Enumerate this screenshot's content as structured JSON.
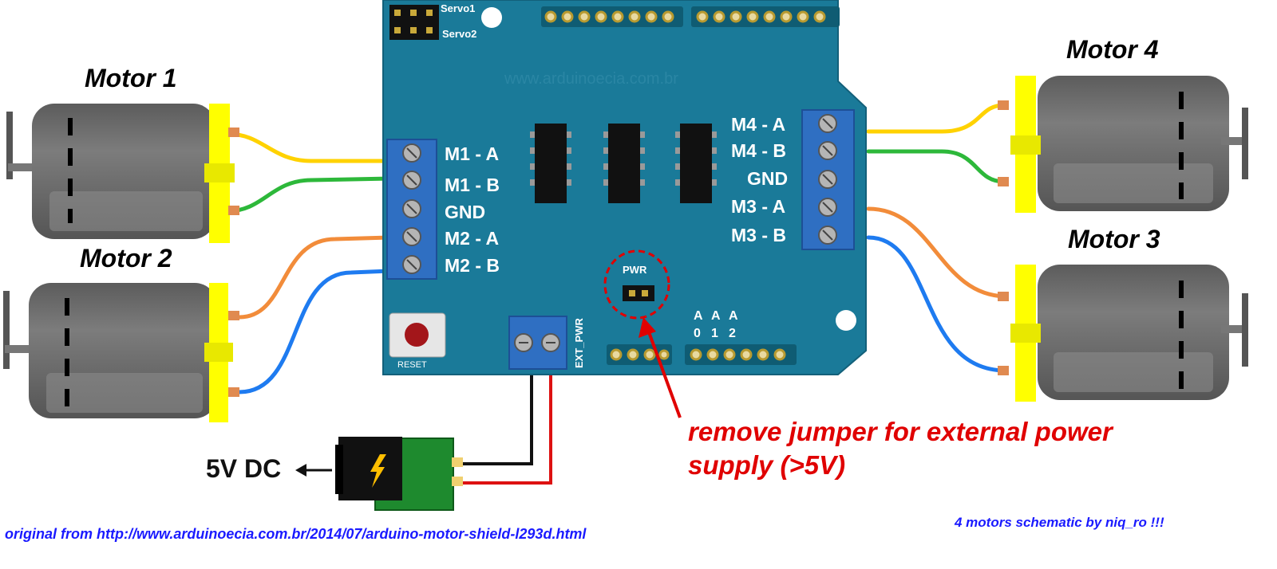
{
  "motors": {
    "motor1": "Motor 1",
    "motor2": "Motor 2",
    "motor3": "Motor 3",
    "motor4": "Motor 4"
  },
  "shield": {
    "watermark": "www.arduinoecia.com.br",
    "servo1": "Servo1",
    "servo2": "Servo2",
    "left_terminals": [
      "M1 - A",
      "M1 - B",
      "GND",
      "M2 - A",
      "M2 - B"
    ],
    "right_terminals": [
      "M4 - A",
      "M4 - B",
      "GND",
      "M3 - A",
      "M3 - B"
    ],
    "pwr": "PWR",
    "reset": "RESET",
    "ext_pwr": "EXT_PWR",
    "analog": [
      "A",
      "0",
      "A",
      "1",
      "A",
      "2"
    ]
  },
  "power": {
    "dc_label": "5V DC",
    "arrow": "←"
  },
  "annotation": {
    "line1": "remove jumper for external power",
    "line2": "supply (>5V)"
  },
  "credits": {
    "source": "original from http://www.arduinoecia.com.br/2014/07/arduino-motor-shield-l293d.html",
    "author": "4 motors schematic by niq_ro !!!"
  },
  "colors": {
    "board": "#1a7a99",
    "terminal": "#2f6fc2",
    "motor_body": "#6b6b6b",
    "motor_cap": "#ffff00",
    "wire_yellow": "#ffd200",
    "wire_green": "#2db83a",
    "wire_orange": "#f28c3a",
    "wire_blue": "#1e7bf0",
    "annotation": "#e00000",
    "credit": "#1a1aff"
  }
}
